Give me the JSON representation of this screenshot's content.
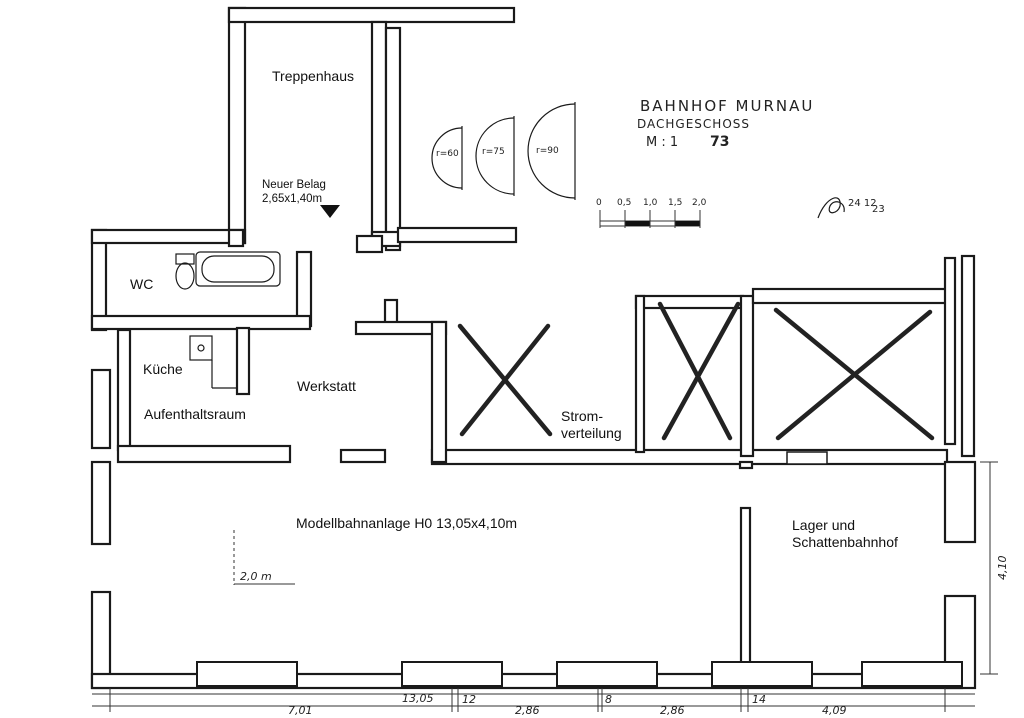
{
  "title": {
    "line1": "BAHNHOF MURNAU",
    "line2": "DACHGESCHOSS",
    "scale_prefix": "M : 1",
    "scale_value": "73"
  },
  "signature": {
    "day_month": "24 12",
    "year": "23"
  },
  "scale_bar": {
    "ticks": [
      "0",
      "0,5",
      "1,0",
      "1,5",
      "2,0"
    ]
  },
  "door_radii": [
    "r=60",
    "r=75",
    "r=90"
  ],
  "rooms": {
    "treppenhaus": "Treppenhaus",
    "wc": "WC",
    "kueche": "Küche",
    "aufenthaltsraum": "Aufenthaltsraum",
    "werkstatt": "Werkstatt",
    "strom_line1": "Strom-",
    "strom_line2": "verteilung",
    "modellbahn": "Modellbahnanlage H0 13,05x4,10m",
    "lager_line1": "Lager und",
    "lager_line2": "Schattenbahnhof"
  },
  "annotations": {
    "neuer_belag_line1": "Neuer Belag",
    "neuer_belag_line2": "2,65x1,40m",
    "inner_dim": "2,0 m"
  },
  "dimensions": {
    "total": "13,05",
    "d1": "7,01",
    "d2": "12",
    "d3": "2,86",
    "d4": "8",
    "d5": "2,86",
    "d6": "14",
    "d7": "4,09",
    "height": "4,10"
  }
}
